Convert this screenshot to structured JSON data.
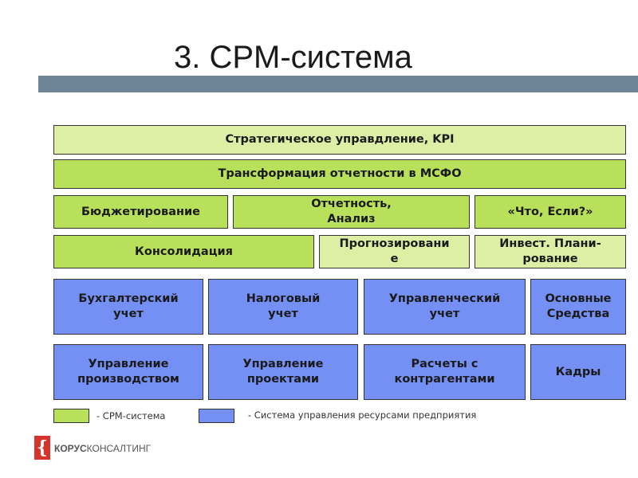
{
  "title": "3. CPM-система",
  "rows": {
    "strategic": "Стратегическое управдление, KPI",
    "transformation": "Трансформация отчетности в МСФО",
    "budgeting": "Бюджетирование",
    "reporting": "Отчетность,\nАнализ",
    "what_if": "«Что, Если?»",
    "consolidation": "Консолидация",
    "forecasting": "Прогнозировани\nе",
    "invest": "Инвест. Плани-\nрование",
    "accounting": "Бухгалтерский\nучет",
    "tax": "Налоговый\nучет",
    "management": "Управленческий\nучет",
    "fixed_assets": "Основные\nСредства",
    "production": "Управление\nпроизводством",
    "projects": "Управление\nпроектами",
    "counterparties": "Расчеты с\nконтрагентами",
    "hr": "Кадры"
  },
  "legend": {
    "cpm": "- CPM-система",
    "erp": "- Система управления ресурсами предприятия"
  },
  "logo": {
    "part_a": "КОРУС",
    "part_b": "КОНСАЛТИНГ"
  },
  "colors": {
    "cpm_light": "#ddeea5",
    "cpm": "#b8e05a",
    "erp": "#7590f4",
    "title_bar": "#6e8598",
    "brand_red": "#d6332c"
  }
}
